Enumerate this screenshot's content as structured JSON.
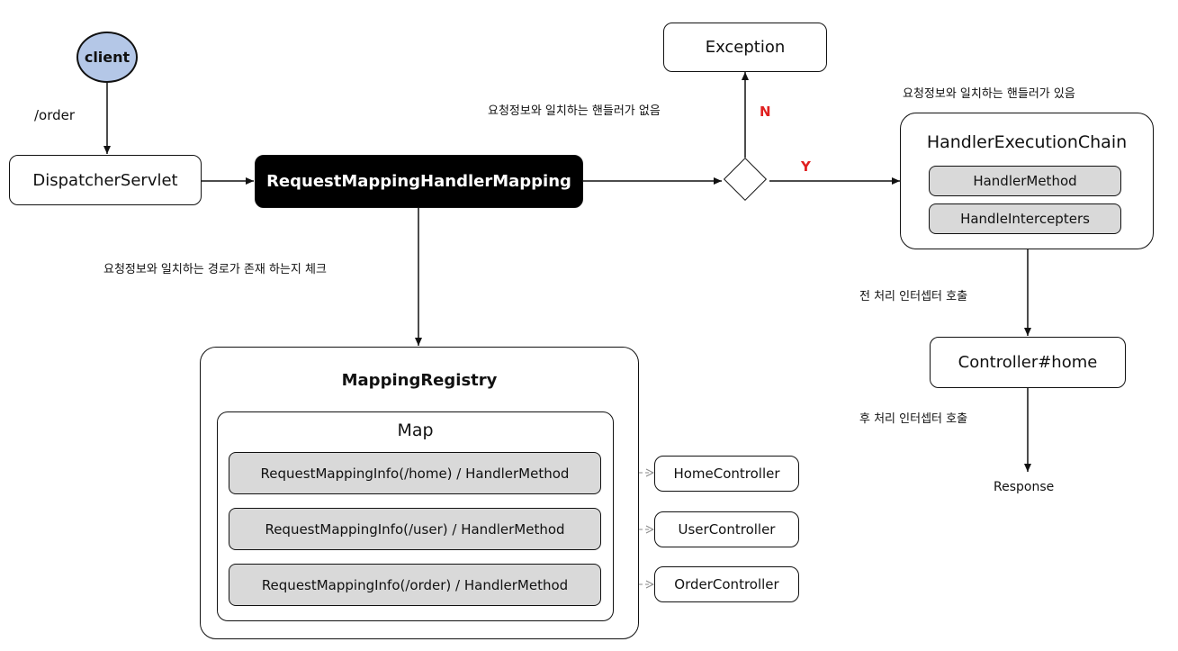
{
  "nodes": {
    "client": "client",
    "dispatcher": "DispatcherServlet",
    "rmhm": "RequestMappingHandlerMapping",
    "exception": "Exception",
    "hec": {
      "title": "HandlerExecutionChain",
      "handler_method": "HandlerMethod",
      "interceptors": "HandleIntercepters"
    },
    "controller_home": "Controller#home",
    "response": "Response",
    "registry": {
      "title": "MappingRegistry",
      "map_title": "Map",
      "entries": [
        "RequestMappingInfo(/home) / HandlerMethod",
        "RequestMappingInfo(/user) / HandlerMethod",
        "RequestMappingInfo(/order) / HandlerMethod"
      ]
    },
    "controllers": [
      "HomeController",
      "UserController",
      "OrderController"
    ]
  },
  "labels": {
    "order_path": "/order",
    "no_handler": "요청정보와 일치하는 핸들러가 없음",
    "has_handler": "요청정보와 일치하는 핸들러가 있음",
    "check_path": "요청정보와 일치하는 경로가 존재 하는지 체크",
    "pre_interceptor": "전 처리 인터셉터 호출",
    "post_interceptor": "후 처리 인터셉터 호출",
    "no": "N",
    "yes": "Y"
  },
  "colors": {
    "client_fill": "#b4c7e7",
    "gray_box": "#d9d9d9",
    "yes_no_text": "#e02020",
    "dark_box": "#000000"
  }
}
